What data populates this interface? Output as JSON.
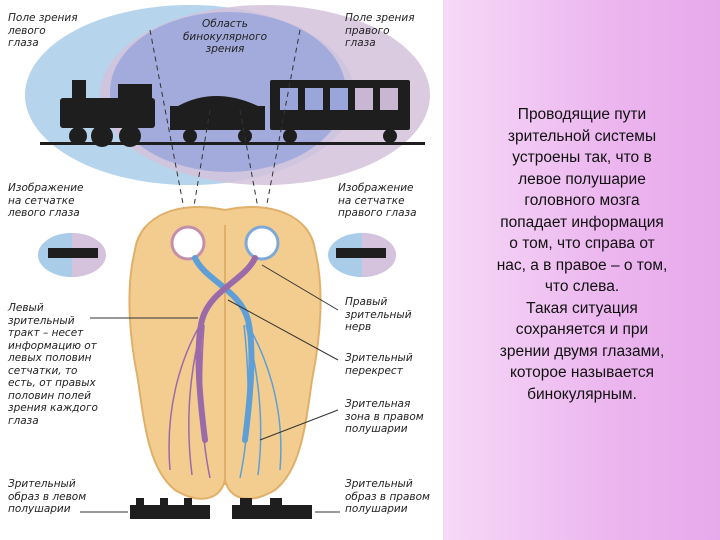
{
  "labels": {
    "left_field": "Поле зрения\nлевого\nглаза",
    "binocular": "Область\nбинокулярного\nзрения",
    "right_field": "Поле зрения\nправого\nглаза",
    "left_retina": "Изображение\nна сетчатке\nлевого глаза",
    "right_retina": "Изображение\nна сетчатке\nправого глаза",
    "left_tract": "Левый\nзрительный\nтракт – несет\nинформацию от\nлевых половин\nсетчатки, то\nесть, от правых\nполовин полей\nзрения каждого\nглаза",
    "right_nerve": "Правый\nзрительный\nнерв",
    "chiasm": "Зрительный\nперекрест",
    "zone_right": "Зрительная\nзона в правом\nполушарии",
    "image_left": "Зрительный\nобраз в левом\nполушарии",
    "image_right": "Зрительный\nобраз в правом\nполушарии"
  },
  "description": "Проводящие пути\nзрительной системы\nустроены так, что в\nлевое полушарие\nголовного мозга\nпопадает информация\nо том, что справа от\nнас, а в правое – о том,\nчто слева.\nТакая ситуация\nсохраняется и при\nзрении двумя глазами,\nкоторое называется\nбинокулярным.",
  "colors": {
    "left_field": "#a9cde9",
    "right_field": "#d5c2dc",
    "overlap": "#9aa6da",
    "brain": "#f3cd90",
    "left_path": "#9b6aa8",
    "right_path": "#5d9fd6",
    "panel": "#eebcf0"
  }
}
